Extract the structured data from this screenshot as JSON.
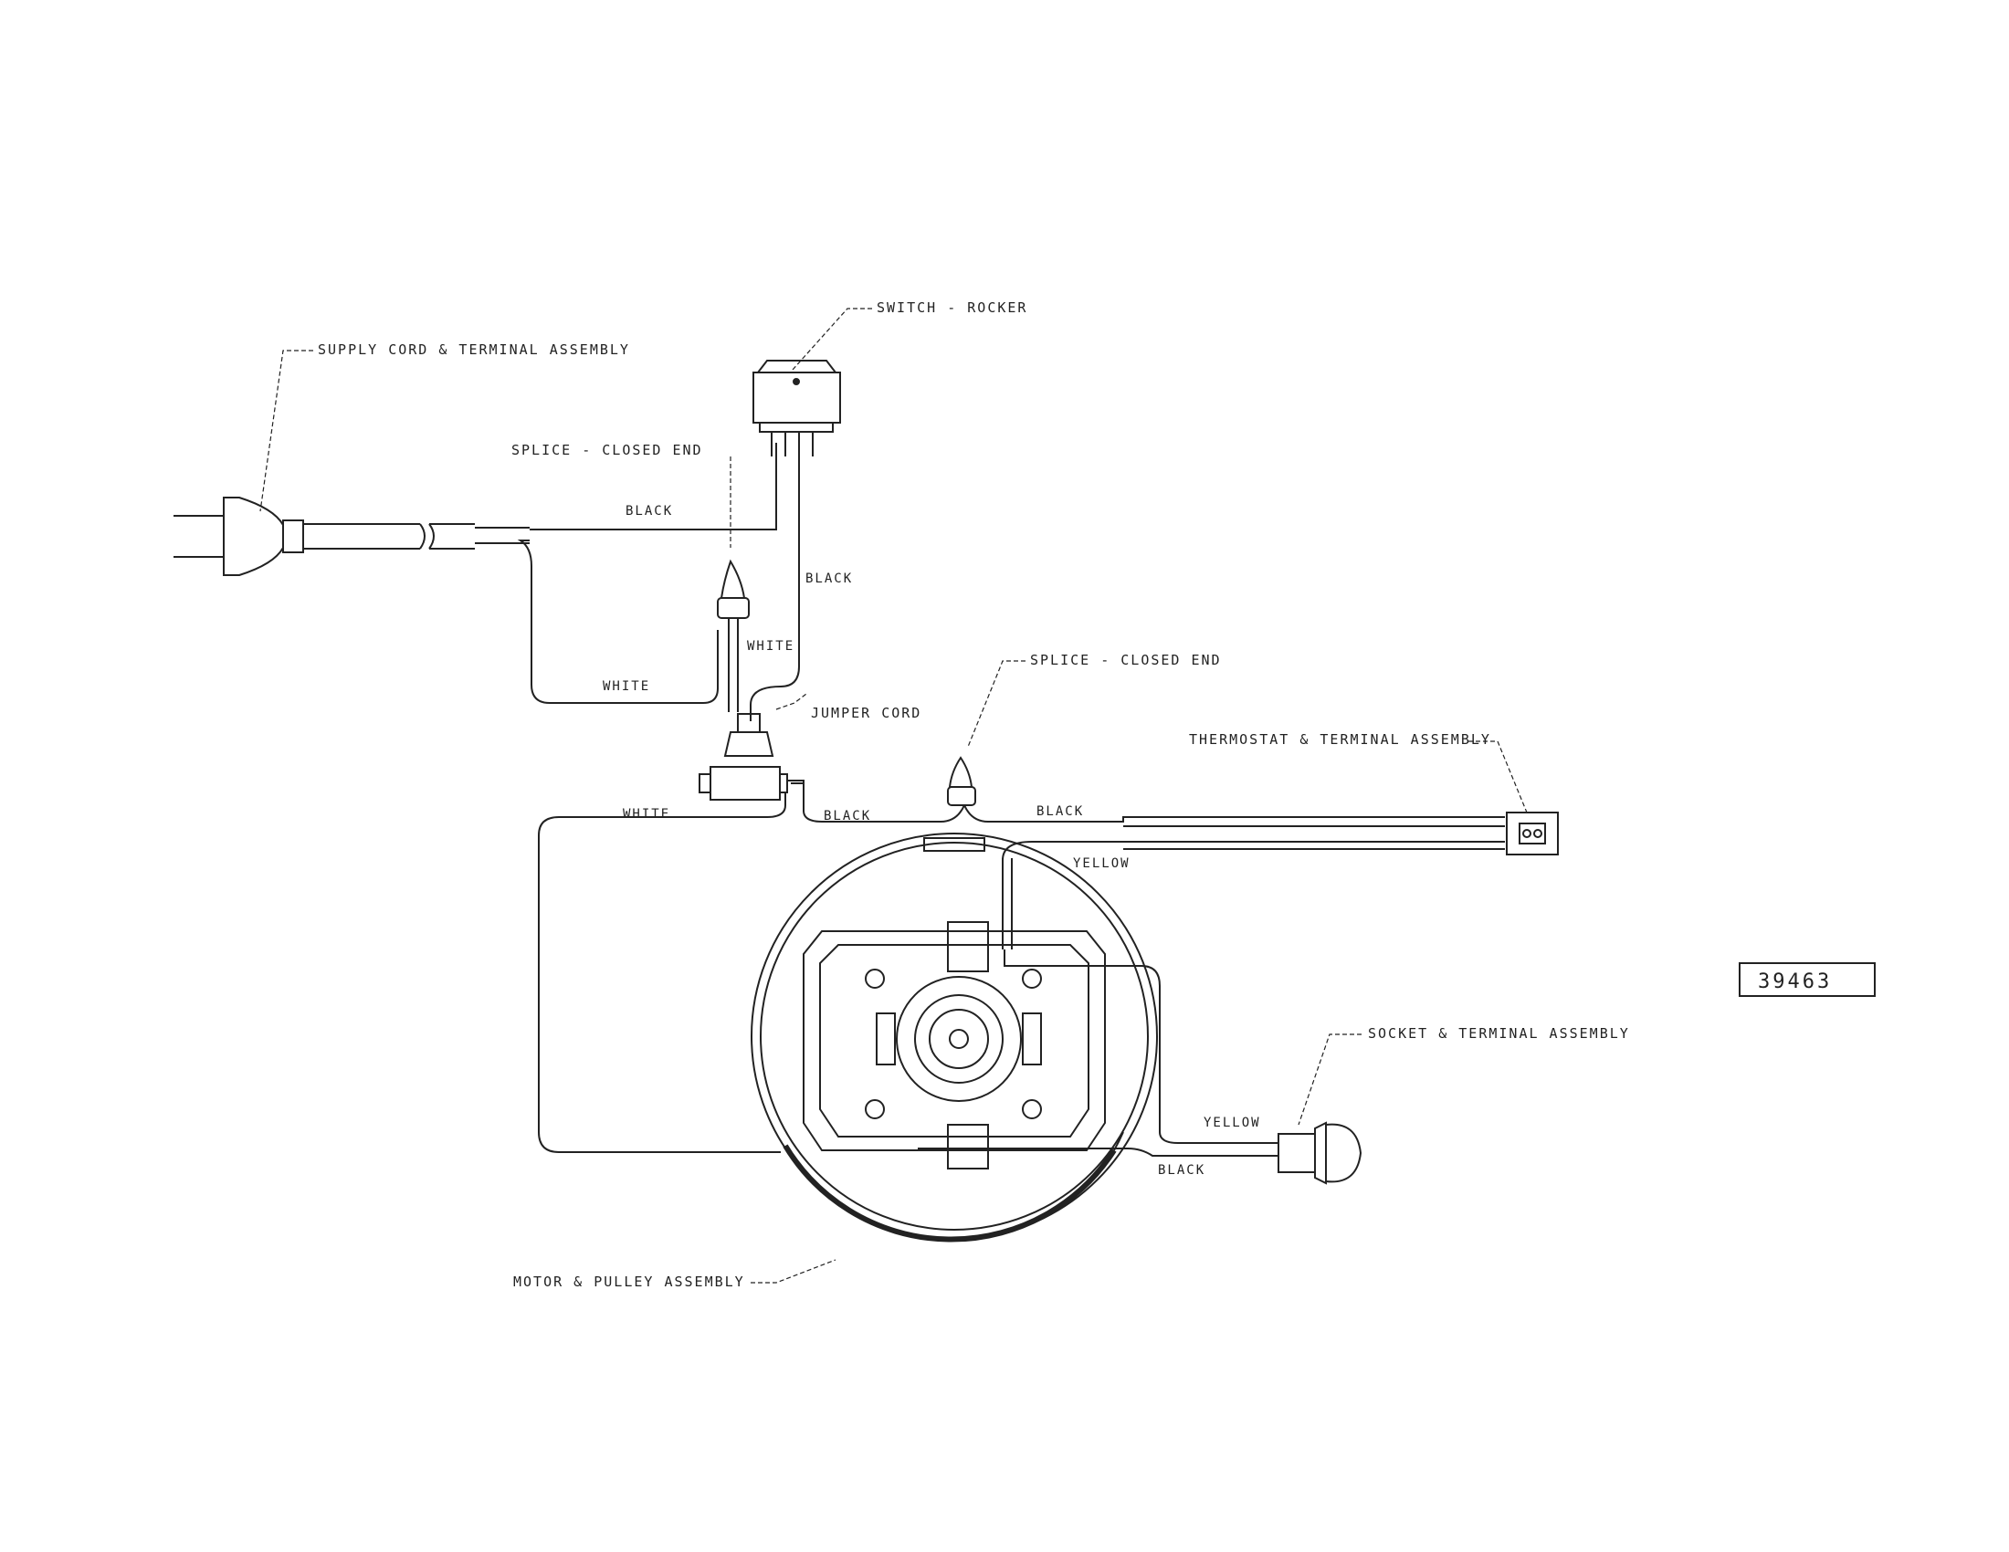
{
  "labels": {
    "supply_cord": "SUPPLY CORD & TERMINAL ASSEMBLY",
    "switch_rocker": "SWITCH - ROCKER",
    "splice_closed_end_1": "SPLICE - CLOSED END",
    "splice_closed_end_2": "SPLICE - CLOSED END",
    "jumper_cord": "JUMPER CORD",
    "thermostat": "THERMOSTAT & TERMINAL ASSEMBLY",
    "socket": "SOCKET & TERMINAL ASSEMBLY",
    "motor_pulley": "MOTOR & PULLEY ASSEMBLY"
  },
  "wires": {
    "black_supply": "BLACK",
    "black_switch": "BLACK",
    "white_jumper": "WHITE",
    "white_supply": "WHITE",
    "white_motor": "WHITE",
    "black_jumper_out": "BLACK",
    "black_thermostat": "BLACK",
    "yellow_thermostat": "YELLOW",
    "yellow_socket": "YELLOW",
    "black_socket": "BLACK"
  },
  "part_number": "39463",
  "colors": {
    "ink": "#222222",
    "background": "#ffffff"
  }
}
